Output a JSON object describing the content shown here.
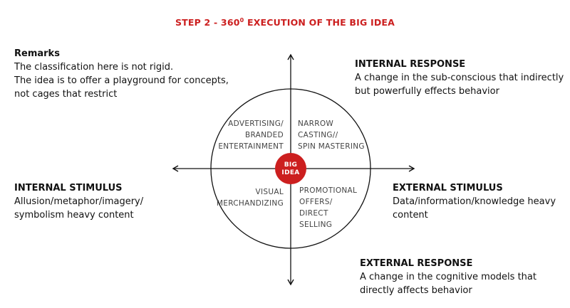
{
  "title": {
    "prefix": "STEP 2 - 360",
    "superscript": "0",
    "suffix": " EXECUTION OF THE BIG IDEA"
  },
  "remarks": {
    "heading": "Remarks",
    "lines": [
      "The classification here is not rigid.",
      "The idea is to offer a playground for concepts,",
      "not cages that restrict"
    ]
  },
  "internal_response": {
    "heading": "INTERNAL RESPONSE",
    "lines": [
      "A change in the sub-conscious that indirectly",
      "but powerfully effects behavior"
    ]
  },
  "internal_stimulus": {
    "heading": "INTERNAL STIMULUS",
    "lines": [
      "Allusion/metaphor/imagery/",
      "symbolism heavy content"
    ]
  },
  "external_stimulus": {
    "heading": "EXTERNAL STIMULUS",
    "lines": [
      "Data/information/knowledge heavy",
      "content"
    ]
  },
  "external_response": {
    "heading": "EXTERNAL RESPONSE",
    "lines": [
      "A change in the cognitive models that",
      "directly affects behavior"
    ]
  },
  "quadrants": {
    "top_left": [
      "ADVERTISING/",
      "BRANDED",
      "ENTERTAINMENT"
    ],
    "top_right": [
      "NARROW",
      "CASTING//",
      "SPIN MASTERING"
    ],
    "bottom_left": [
      "VISUAL",
      "MERCHANDIZING"
    ],
    "bottom_right": [
      "PROMOTIONAL",
      "OFFERS/",
      "DIRECT",
      "SELLING"
    ]
  },
  "center": {
    "line1": "BIG",
    "line2": "IDEA"
  },
  "colors": {
    "accent": "#cc1f1f",
    "line": "#111111"
  }
}
